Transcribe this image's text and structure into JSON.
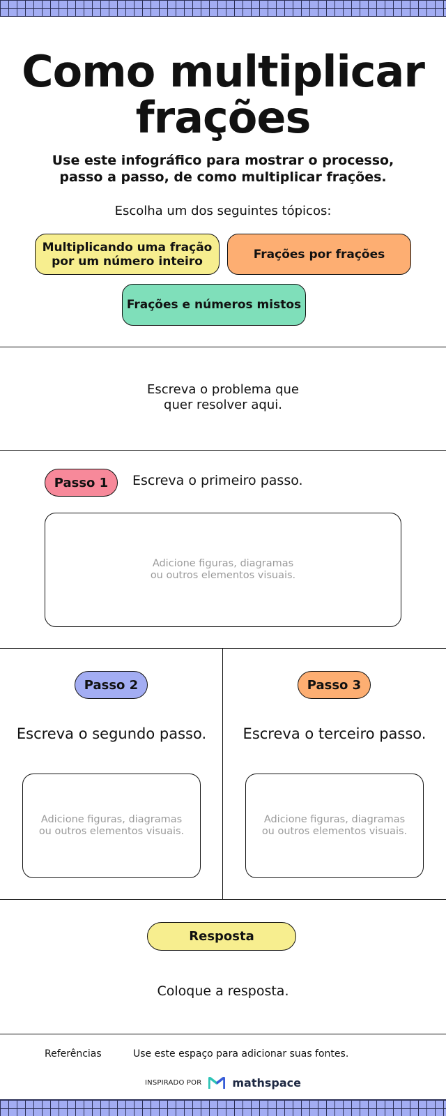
{
  "header": {
    "title": "Como multiplicar frações",
    "subtitle": "Use este infográfico para mostrar o processo, passo a passo, de como multiplicar frações.",
    "choose_prompt": "Escolha um dos seguintes tópicos:"
  },
  "topics": [
    {
      "label": "Multiplicando uma fração por um número inteiro",
      "color": "#f7ee8f"
    },
    {
      "label": "Frações por frações",
      "color": "#fdae72"
    },
    {
      "label": "Frações e números mistos",
      "color": "#7fdfba"
    }
  ],
  "problem": {
    "text": "Escreva o problema que quer resolver aqui."
  },
  "steps": [
    {
      "label": "Passo 1",
      "text": "Escreva o primeiro passo.",
      "placeholder": "Adicione figuras, diagramas ou outros elementos visuais.",
      "color": "#f7899a"
    },
    {
      "label": "Passo 2",
      "text": "Escreva o segundo passo.",
      "placeholder": "Adicione figuras, diagramas ou outros elementos visuais.",
      "color": "#a3adf3"
    },
    {
      "label": "Passo 3",
      "text": "Escreva o terceiro passo.",
      "placeholder": "Adicione figuras, diagramas ou outros elementos visuais.",
      "color": "#fdae72"
    }
  ],
  "answer": {
    "label": "Resposta",
    "text": "Coloque a resposta.",
    "color": "#f7ee8f"
  },
  "references": {
    "label": "Referências",
    "text": "Use este espaço para adicionar suas fontes."
  },
  "footer": {
    "credit_label": "INSPIRADO POR",
    "brand": "mathspace",
    "brand_icon": "mathspace-logo-icon"
  }
}
